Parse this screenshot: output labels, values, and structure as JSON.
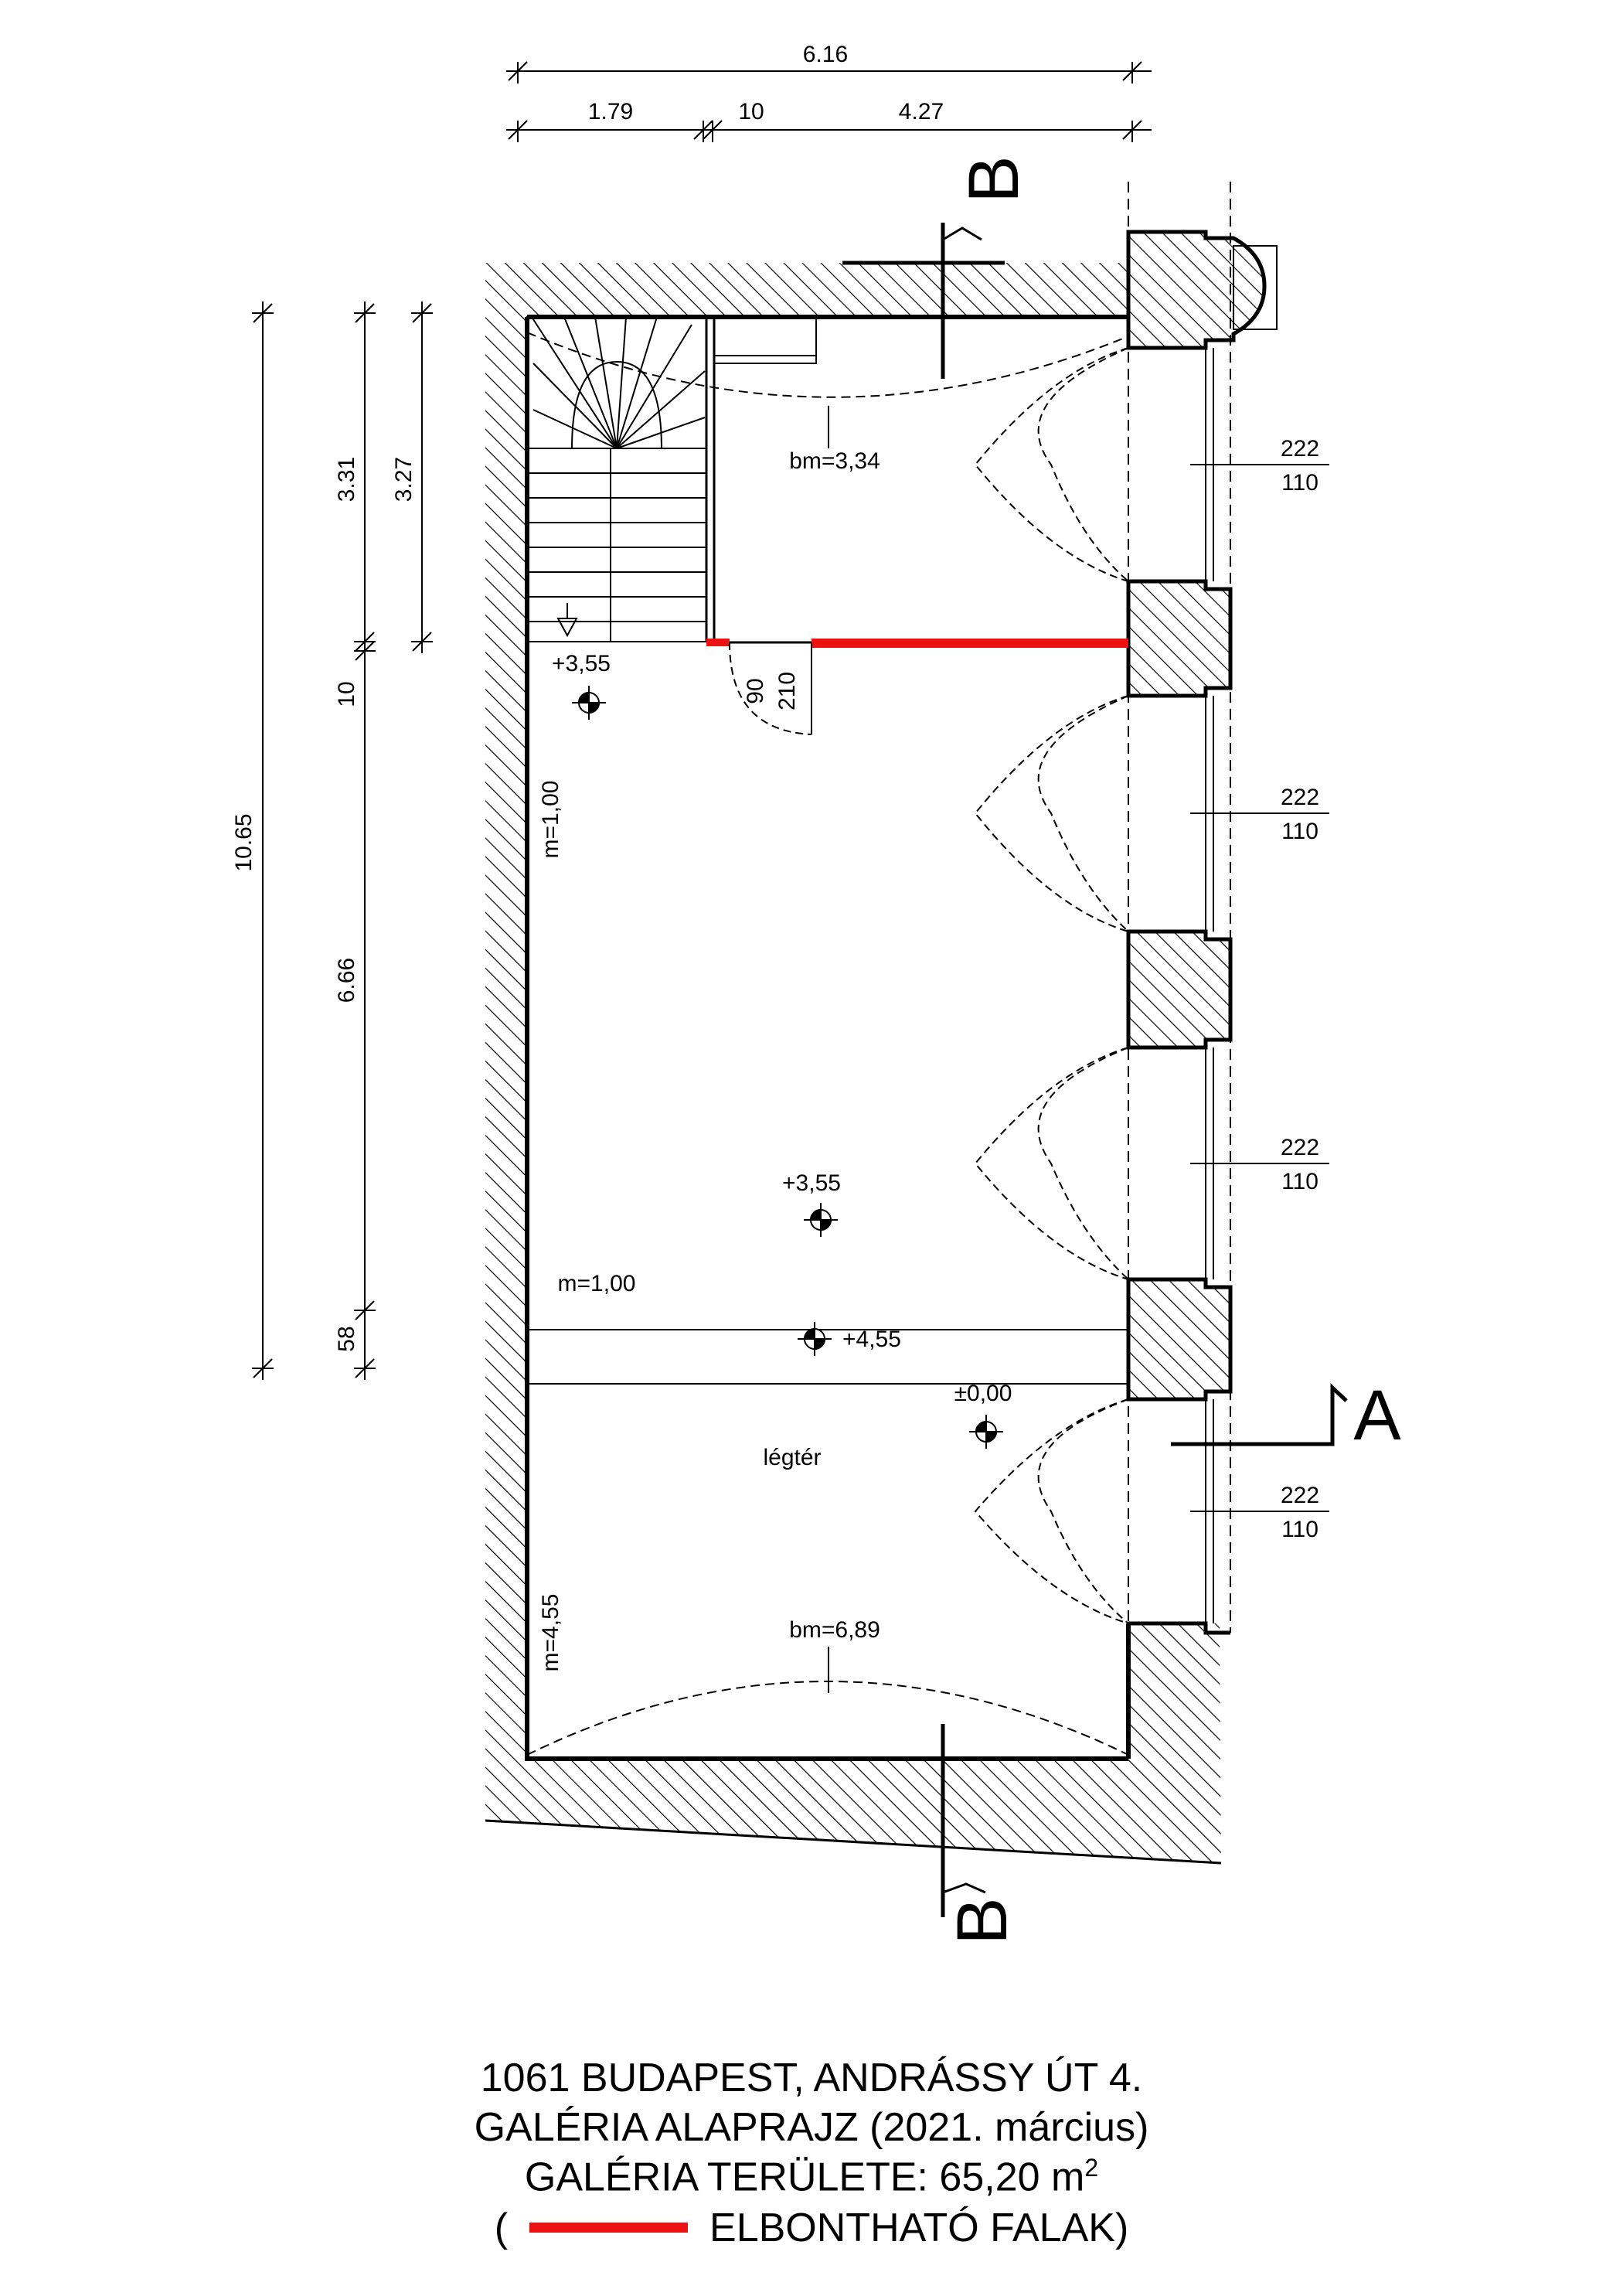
{
  "colors": {
    "demolish": "#ee1111",
    "line": "#000000"
  },
  "dimensions": {
    "total_width": "6.16",
    "seg_left": "1.79",
    "seg_wall": "10",
    "seg_right": "4.27",
    "total_height": "10.65",
    "v_upper": "3.31",
    "v_upper_inner": "3.27",
    "v_wall": "10",
    "v_mid": "6.66",
    "v_low": "58"
  },
  "windows": [
    {
      "height": "222",
      "sill": "110"
    },
    {
      "height": "222",
      "sill": "110"
    },
    {
      "height": "222",
      "sill": "110"
    },
    {
      "height": "222",
      "sill": "110"
    }
  ],
  "door": {
    "width": "90",
    "height": "210"
  },
  "labels": {
    "bm_top": "bm=3,34",
    "bm_bottom": "bm=6,89",
    "level_stair": "+3,55",
    "level_center": "+3,55",
    "level_beam": "+4,55",
    "level_ground": "±0,00",
    "m_upper": "m=1,00",
    "m_beam": "m=1,00",
    "m_lower": "m=4,55",
    "void": "légtér"
  },
  "sections": {
    "a": "A",
    "b_top": "B",
    "b_bottom": "B"
  },
  "caption": {
    "line1": "1061 BUDAPEST, ANDRÁSSY ÚT 4.",
    "line2": "GALÉRIA ALAPRAJZ (2021. március)",
    "line3": "GALÉRIA TERÜLETE: 65,20 m",
    "line3_sup": "2",
    "legend_open": "(",
    "legend_text": "ELBONTHATÓ FALAK)"
  }
}
